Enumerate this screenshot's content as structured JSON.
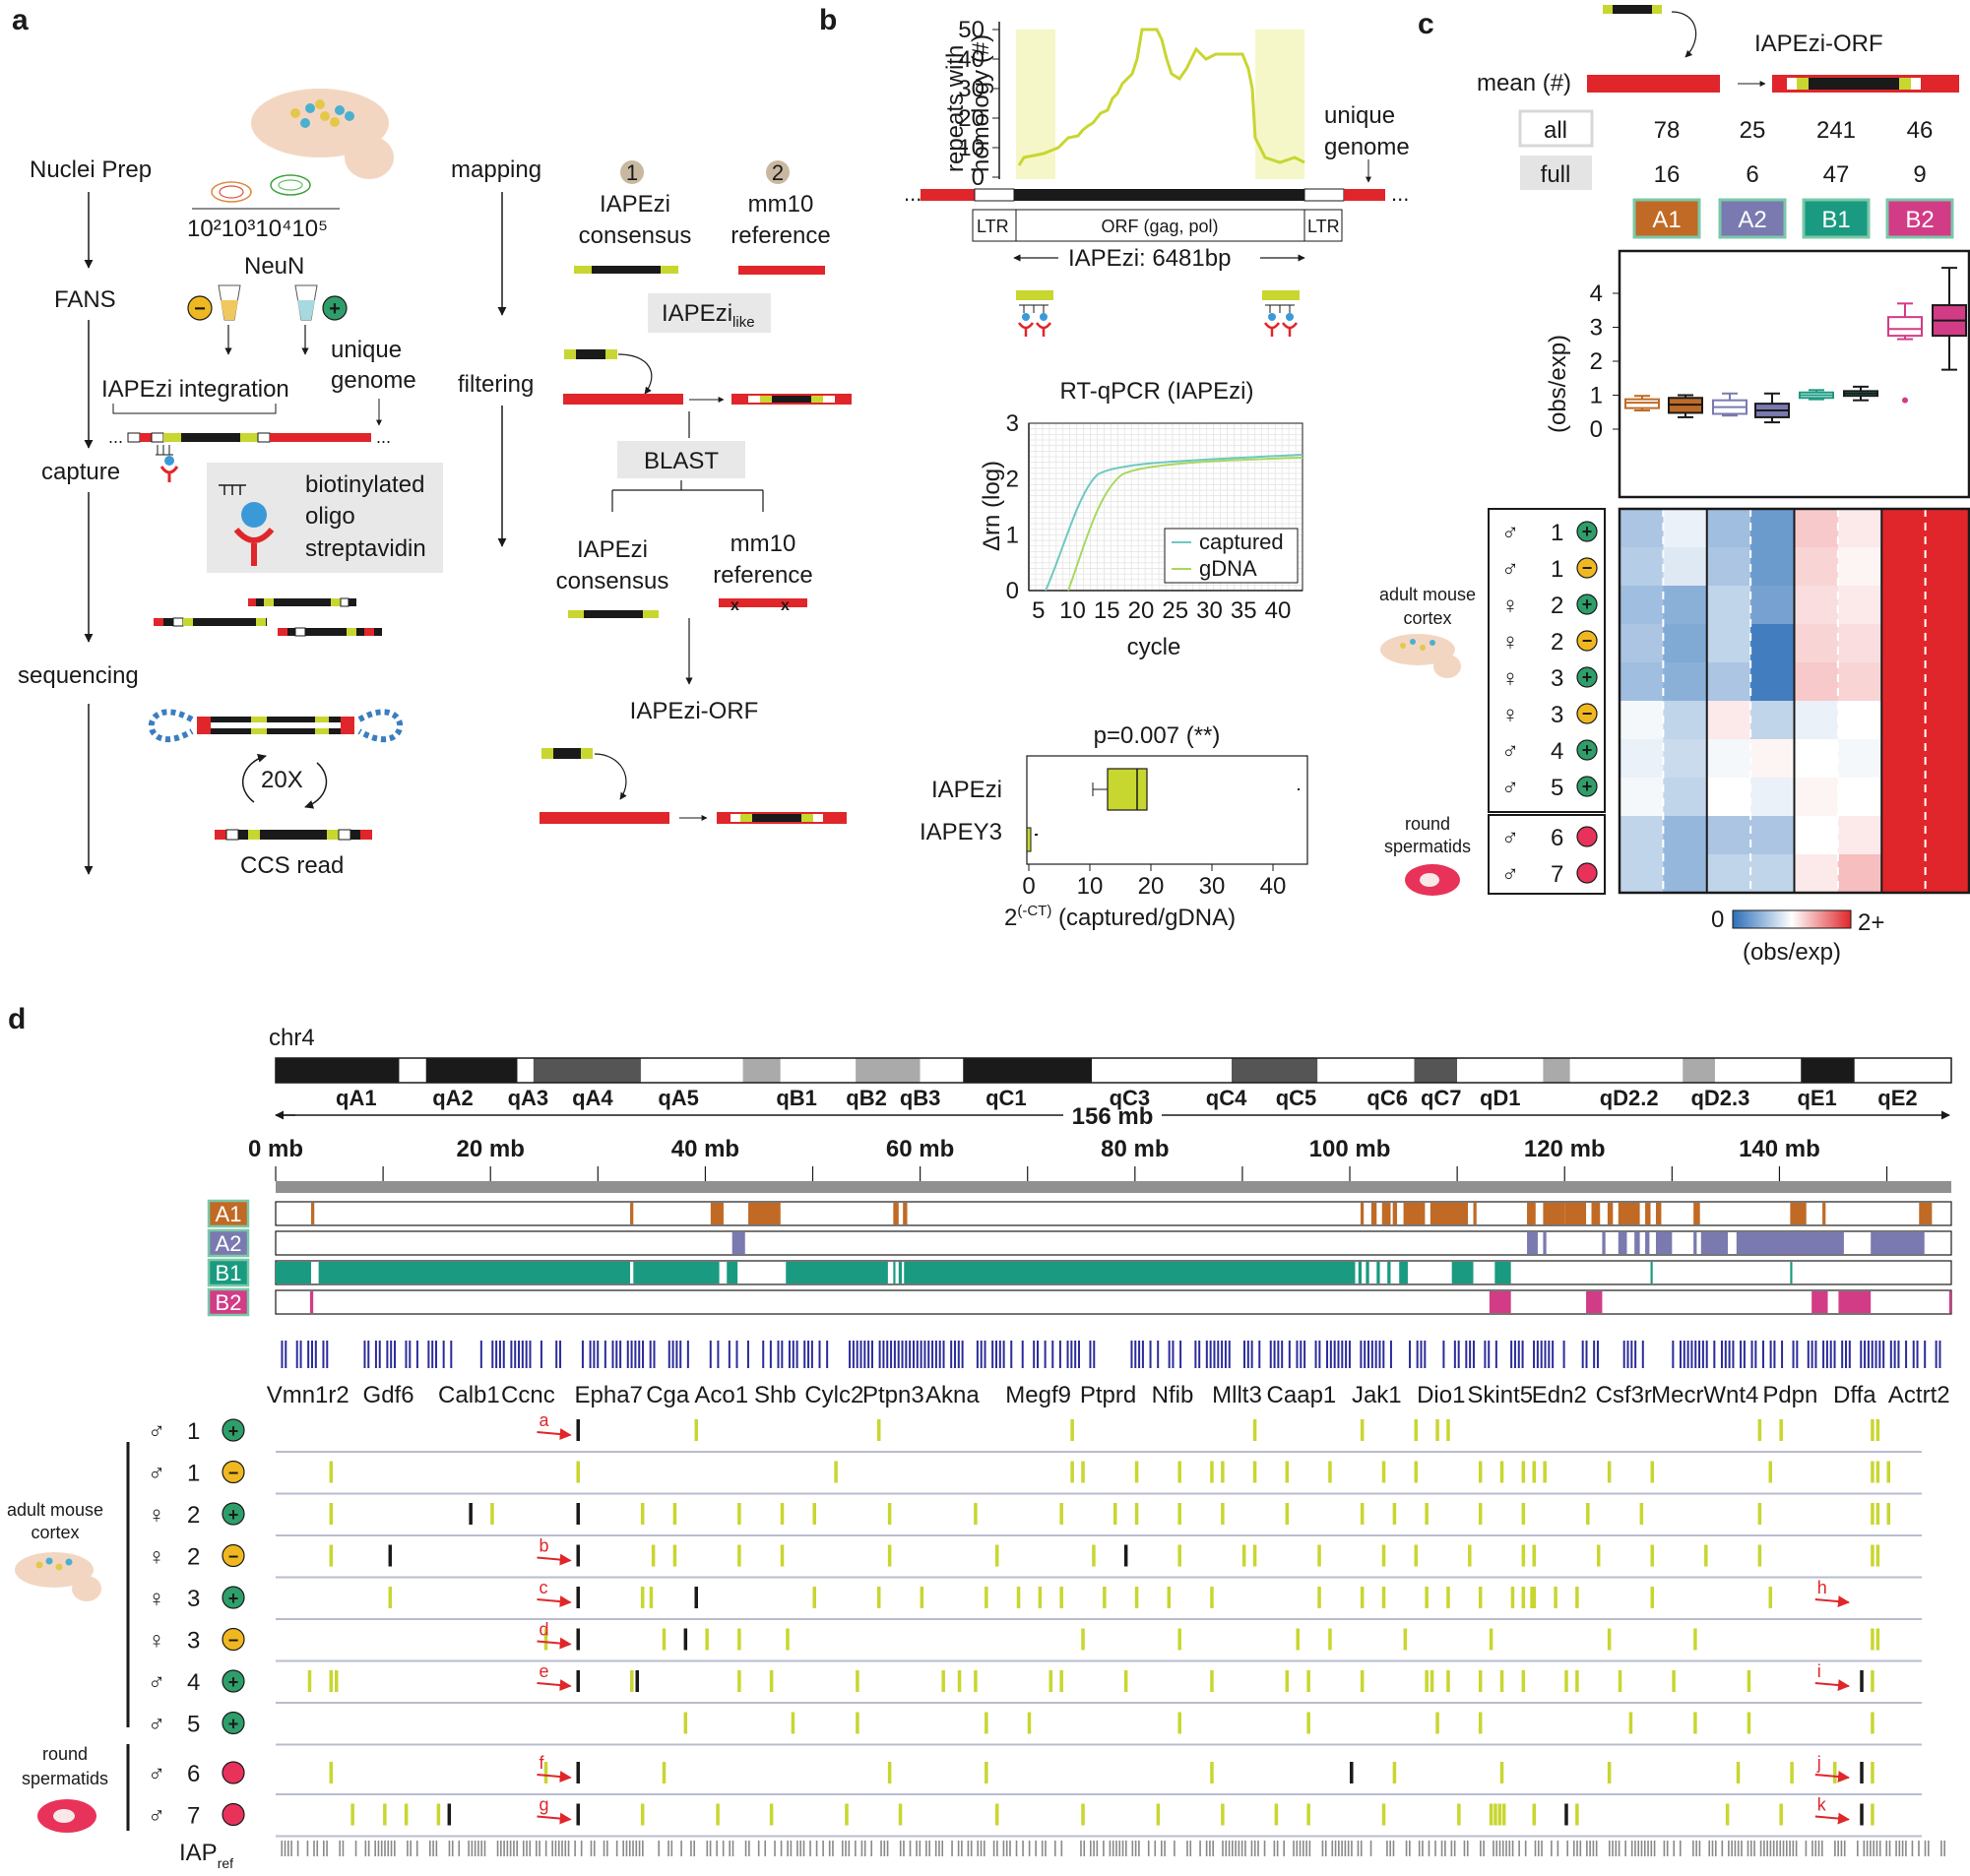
{
  "panels": {
    "a": "a",
    "b": "b",
    "c": "c",
    "d": "d"
  },
  "panel_a": {
    "left_steps": [
      "Nuclei Prep",
      "FANS",
      "capture",
      "sequencing"
    ],
    "facs_ticks": "10²10³10⁴10⁵",
    "neun": "NeuN",
    "integration": "IAPEzi integration",
    "unique_genome": [
      "unique",
      "genome"
    ],
    "capture_legend": [
      "biotinylated",
      "oligo",
      "streptavidin"
    ],
    "cycles": "20X",
    "ccs": "CCS read",
    "mid_steps": [
      "mapping",
      "filtering"
    ],
    "ref1_num": "1",
    "ref1": [
      "IAPEzi",
      "consensus"
    ],
    "ref2_num": "2",
    "ref2": [
      "mm10",
      "reference"
    ],
    "like_main": "IAPEzi",
    "like_sub": "like",
    "blast": "BLAST",
    "out1": [
      "IAPEzi",
      "consensus"
    ],
    "out2": [
      "mm10",
      "reference"
    ],
    "orf": "IAPEzi-ORF"
  },
  "panel_b": {
    "ylabel": [
      "repeats with",
      "homology (#)"
    ],
    "yticks": [
      "50",
      "40",
      "30",
      "20",
      "10",
      "0"
    ],
    "dots": "...",
    "unique_genome": [
      "unique",
      "genome"
    ],
    "ltr": "LTR",
    "orf": "ORF (gag, pol)",
    "length": "IAPEzi: 6481bp",
    "qpcr_title": "RT-qPCR (IAPEzi)",
    "qpcr_ylabel": "Δrn (log)",
    "qpcr_yticks": [
      "3",
      "2",
      "1",
      "0"
    ],
    "qpcr_xticks": [
      "5",
      "10",
      "15",
      "20",
      "25",
      "30",
      "35",
      "40"
    ],
    "qpcr_xlabel": "cycle",
    "legend": [
      "captured",
      "gDNA"
    ],
    "pvalue": "p=0.007 (**)",
    "box_cats": [
      "IAPEzi",
      "IAPEY3"
    ],
    "box_xticks": [
      "0",
      "10",
      "20",
      "30",
      "40"
    ],
    "box_xlabel_main": "2",
    "box_xlabel_sup": "(-CT)",
    "box_xlabel_rest": " (captured/gDNA)"
  },
  "panel_c": {
    "orf_label": "IAPEzi-ORF",
    "mean_label": "mean (#)",
    "row_all": "all",
    "row_full": "full",
    "all_values": [
      "78",
      "25",
      "241",
      "46"
    ],
    "full_values": [
      "16",
      "6",
      "47",
      "9"
    ],
    "groups": [
      "A1",
      "A2",
      "B1",
      "B2"
    ],
    "group_colors": [
      "#c06a25",
      "#7a7ab0",
      "#1a9a80",
      "#d23c86"
    ],
    "ylabel": "(obs/exp)",
    "yticks": [
      "4",
      "3",
      "2",
      "1",
      "0"
    ],
    "cortex_label": [
      "adult mouse",
      "cortex"
    ],
    "sperm_label": [
      "round",
      "spermatids"
    ],
    "samples": [
      {
        "sex": "♂",
        "id": "1",
        "sort": "+"
      },
      {
        "sex": "♂",
        "id": "1",
        "sort": "-"
      },
      {
        "sex": "♀",
        "id": "2",
        "sort": "+"
      },
      {
        "sex": "♀",
        "id": "2",
        "sort": "-"
      },
      {
        "sex": "♀",
        "id": "3",
        "sort": "+"
      },
      {
        "sex": "♀",
        "id": "3",
        "sort": "-"
      },
      {
        "sex": "♂",
        "id": "4",
        "sort": "+"
      },
      {
        "sex": "♂",
        "id": "5",
        "sort": "+"
      },
      {
        "sex": "♂",
        "id": "6",
        "sort": "sperm"
      },
      {
        "sex": "♂",
        "id": "7",
        "sort": "sperm"
      }
    ],
    "heat_min": "0",
    "heat_max": "2+",
    "heat_label": "(obs/exp)"
  },
  "panel_d": {
    "chrom": "chr4",
    "bands": [
      "qA1",
      "qA2",
      "qA3",
      "qA4",
      "qA5",
      "qB1",
      "qB2",
      "qB3",
      "qC1",
      "qC3",
      "qC4",
      "qC5",
      "qC6",
      "qC7",
      "qD1",
      "qD2.2",
      "qD2.3",
      "qE1",
      "qE2"
    ],
    "size": "156 mb",
    "mb_ticks": [
      "0 mb",
      "20 mb",
      "40 mb",
      "60 mb",
      "80 mb",
      "100 mb",
      "120 mb",
      "140 mb"
    ],
    "groups": [
      "A1",
      "A2",
      "B1",
      "B2"
    ],
    "genes": [
      "Vmn1r2",
      "Gdf6",
      "Calb1",
      "Ccnc",
      "Epha7",
      "Cga",
      "Aco1",
      "Shb",
      "Cylc2",
      "Ptpn3",
      "Akna",
      "Megf9",
      "Ptprd",
      "Nfib",
      "Mllt3",
      "Caap1",
      "Jak1",
      "Dio1",
      "Skint5",
      "Edn2",
      "Csf3r",
      "Mecr",
      "Wnt4",
      "Pdpn",
      "Dffa",
      "Actrt2"
    ],
    "cortex_label": [
      "adult mouse",
      "cortex"
    ],
    "sperm_label": [
      "round",
      "spermatids"
    ],
    "arrow_letters": [
      "a",
      "b",
      "c",
      "d",
      "e",
      "f",
      "g",
      "h",
      "i",
      "j",
      "k"
    ],
    "iap_main": "IAP",
    "iap_sub": "ref"
  },
  "colors": {
    "yellow": "#c8d630",
    "red": "#e0262a",
    "black": "#1a1a1a",
    "plus": "#2e9e6a",
    "minus": "#f0b820",
    "sperm": "#e8325a",
    "blue": "#2c2c9c"
  }
}
